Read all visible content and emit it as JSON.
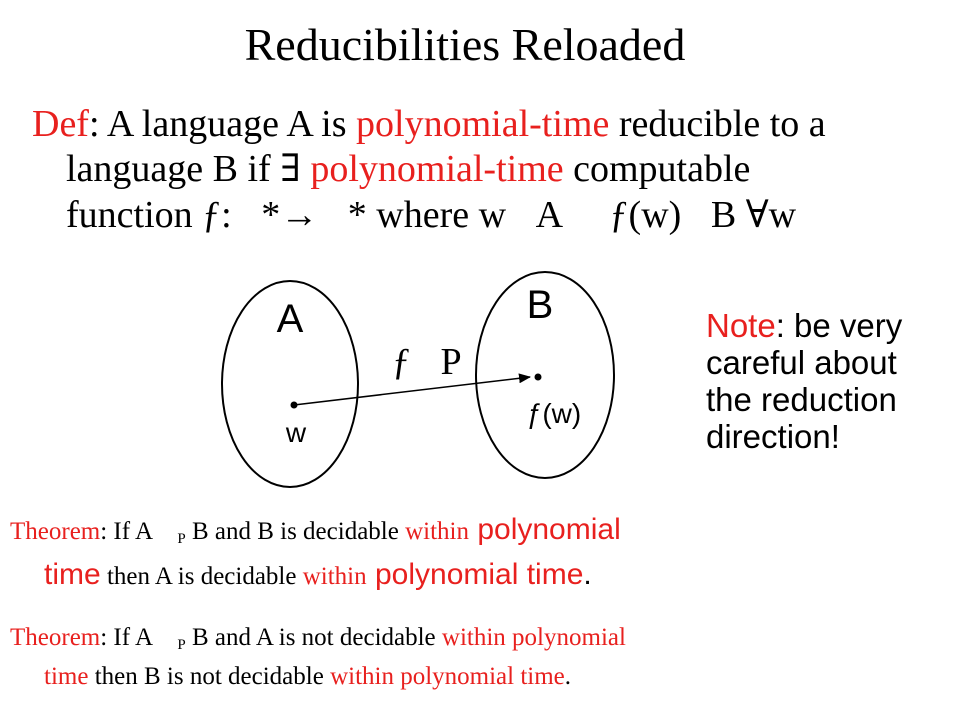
{
  "slide": {
    "title": "Reducibilities Reloaded"
  },
  "definition": {
    "line1": {
      "label": "Def",
      "colon": ": A language A is ",
      "term": "polynomial-time",
      "rest": " reducible to a"
    },
    "line2": {
      "prefix": "language B if  ∃ ",
      "term": "polynomial-time",
      "rest": " computable"
    },
    "line3": {
      "text": "function ƒ:*→* where wA  ƒ(w)B ∀w"
    }
  },
  "diagram": {
    "set_a": "A",
    "set_b": "B",
    "element_w": "w",
    "element_fw": "ƒ(w)",
    "arrow_label": "ƒP",
    "colors": {
      "stroke": "#000000",
      "ink": "#000000"
    }
  },
  "note": {
    "label": "Note",
    "line1_rest": ": be very",
    "line2": "careful about",
    "line3": "the reduction",
    "line4": "direction!"
  },
  "theorem1": {
    "label": "Theorem",
    "part1": ": If A ",
    "symbol": "",
    "subscript": "P",
    "part2": " B and B is decidable ",
    "within": "within",
    "poly": " polynomial",
    "line2_time": "time",
    "line2_mid": " then A is decidable ",
    "line2_within": "within",
    "line2_poly": " polynomial time",
    "line2_end": "."
  },
  "theorem2": {
    "label": "Theorem",
    "part1": ": If A ",
    "symbol": "",
    "subscript": "P",
    "part2": " B and A is not decidable ",
    "red_tail": "within polynomial",
    "line2_time": "time",
    "line2_mid": " then B is not decidable ",
    "line2_red": "within polynomial time",
    "line2_end": "."
  },
  "colors": {
    "accent": "#e8201e",
    "text": "#000000",
    "background": "#ffffff"
  }
}
